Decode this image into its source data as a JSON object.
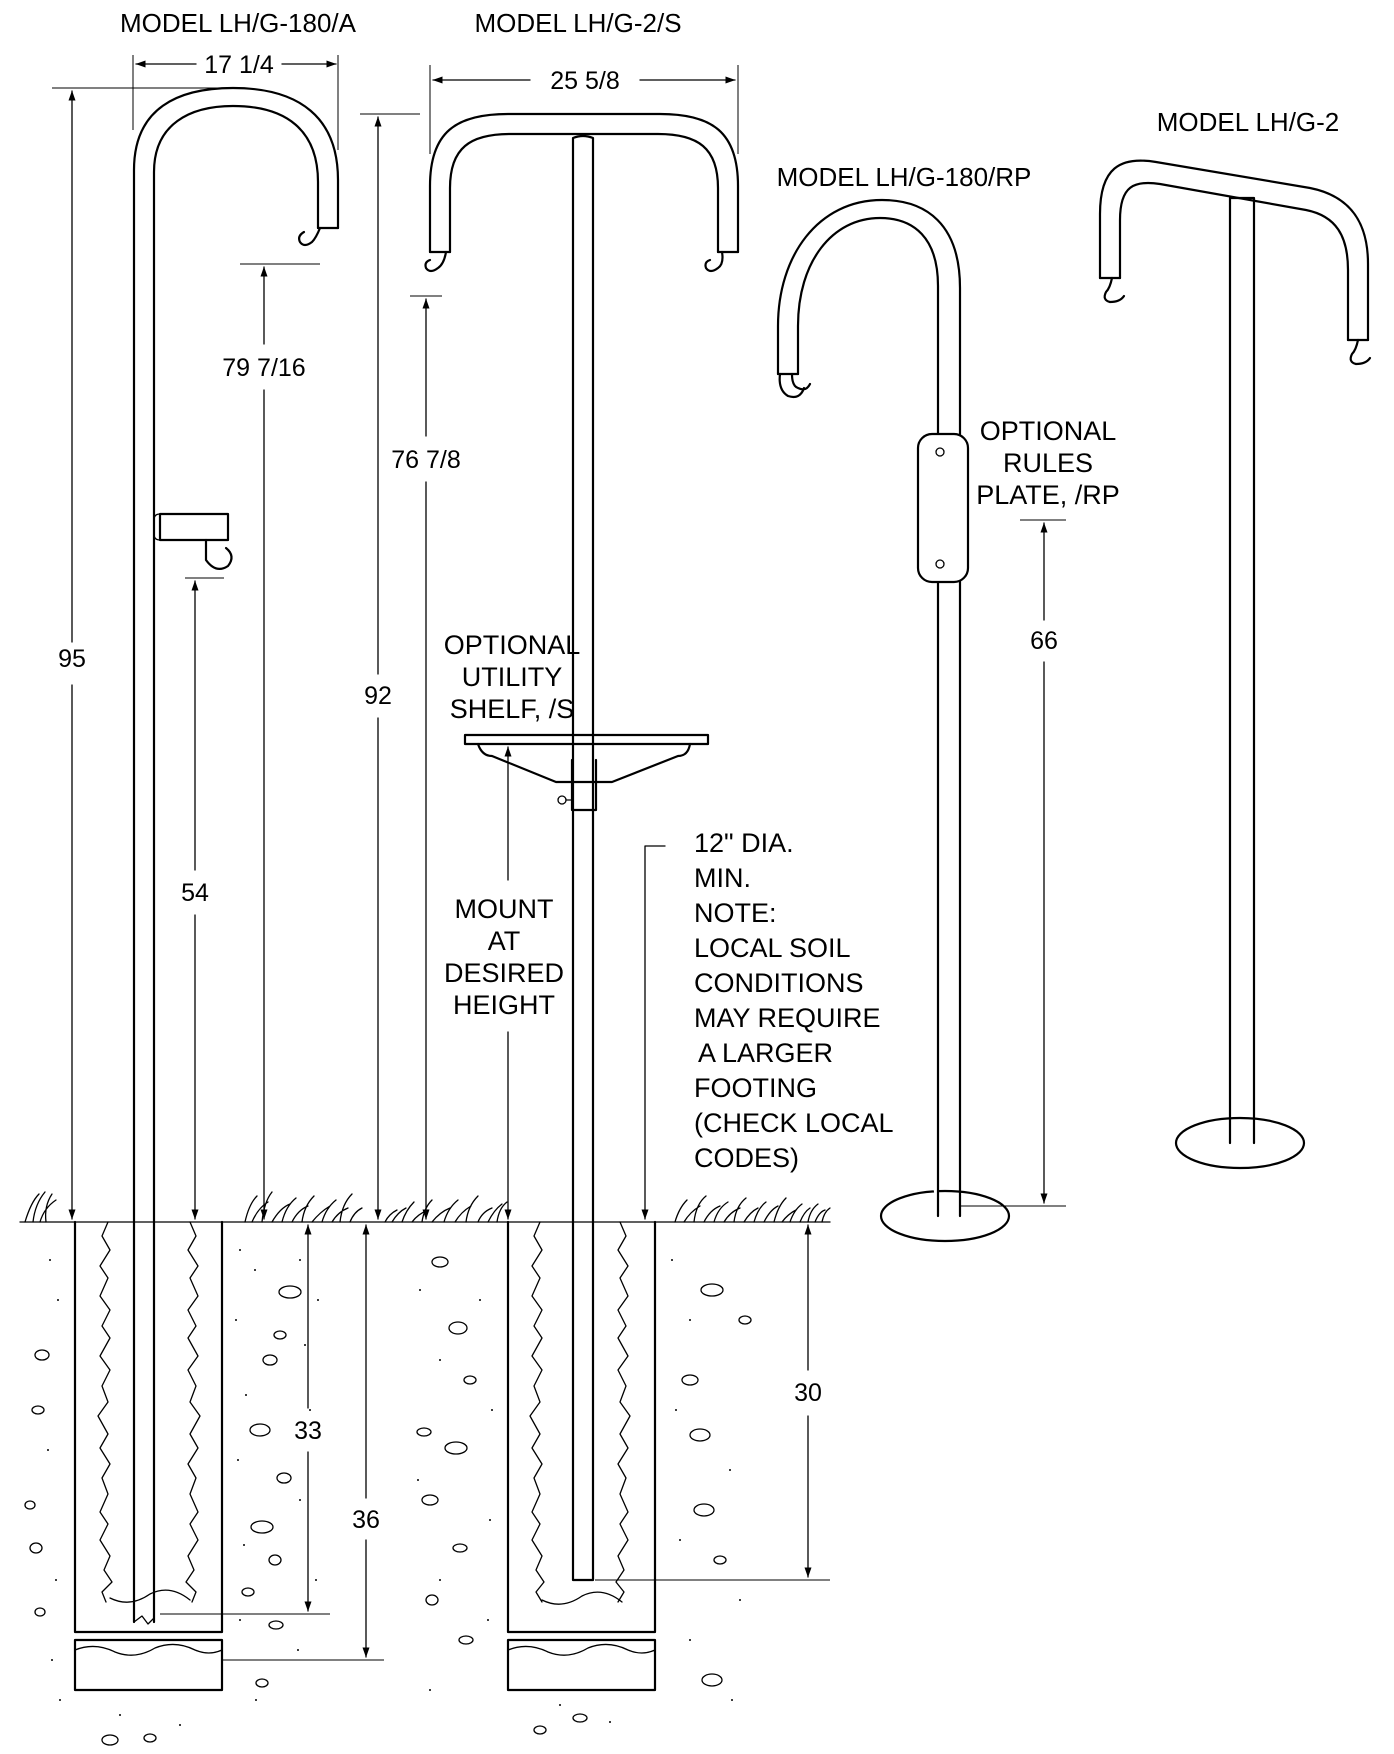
{
  "models": {
    "lhg180a": "MODEL LH/G-180/A",
    "lhg2s": "MODEL LH/G-2/S",
    "lhg180rp": "MODEL LH/G-180/RP",
    "lhg2": "MODEL LH/G-2"
  },
  "dims": {
    "w_17_1_4": "17 1/4",
    "w_25_5_8": "25 5/8",
    "h_95": "95",
    "h_79_7_16": "79 7/16",
    "h_54": "54",
    "h_92": "92",
    "h_76_7_8": "76 7/8",
    "h_66": "66",
    "d_33": "33",
    "d_36": "36",
    "d_30": "30"
  },
  "callouts": {
    "utility_shelf": [
      "OPTIONAL",
      "UTILITY",
      "SHELF, /S"
    ],
    "mount": [
      "MOUNT",
      "AT",
      "DESIRED",
      "HEIGHT"
    ],
    "rules_plate": [
      "OPTIONAL",
      "RULES",
      "PLATE, /RP"
    ],
    "footing_note": [
      "12\" DIA.",
      "MIN.",
      "NOTE:",
      "LOCAL SOIL",
      "CONDITIONS",
      "MAY REQUIRE",
      "A LARGER",
      "FOOTING",
      "(CHECK LOCAL",
      "CODES)"
    ]
  }
}
